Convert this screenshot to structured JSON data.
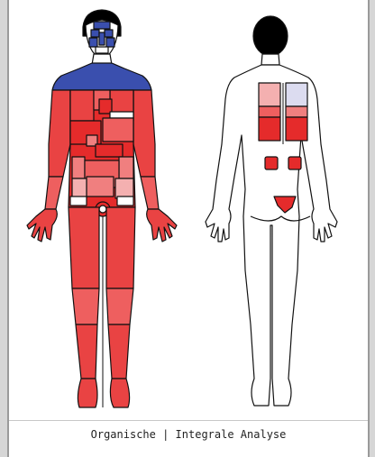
{
  "footer": {
    "text": "Organische | Integrale Analyse"
  },
  "colors": {
    "outline": "#111111",
    "background": "#ffffff",
    "severe_red": "#e52b2b",
    "strong_red": "#e94343",
    "medium_red": "#ee5f5f",
    "light_red": "#f07f7f",
    "pale_pink": "#f4b0b0",
    "lavender": "#dcdcf0",
    "blue": "#3a4fae",
    "skin_white": "#ffffff",
    "hair_black": "#000000"
  },
  "views": {
    "front": {
      "name": "front body view"
    },
    "back": {
      "name": "back body view"
    }
  }
}
